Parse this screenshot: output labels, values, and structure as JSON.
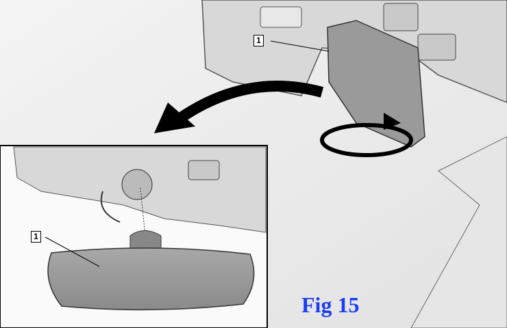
{
  "figure": {
    "label": "Fig 15",
    "label_color": "#1a3ef0"
  },
  "callouts": {
    "main": "1",
    "inset": "1"
  },
  "icons": {
    "removal_arrow": "curved-arrow-left",
    "rotate_arrow": "rotate-arrow"
  }
}
